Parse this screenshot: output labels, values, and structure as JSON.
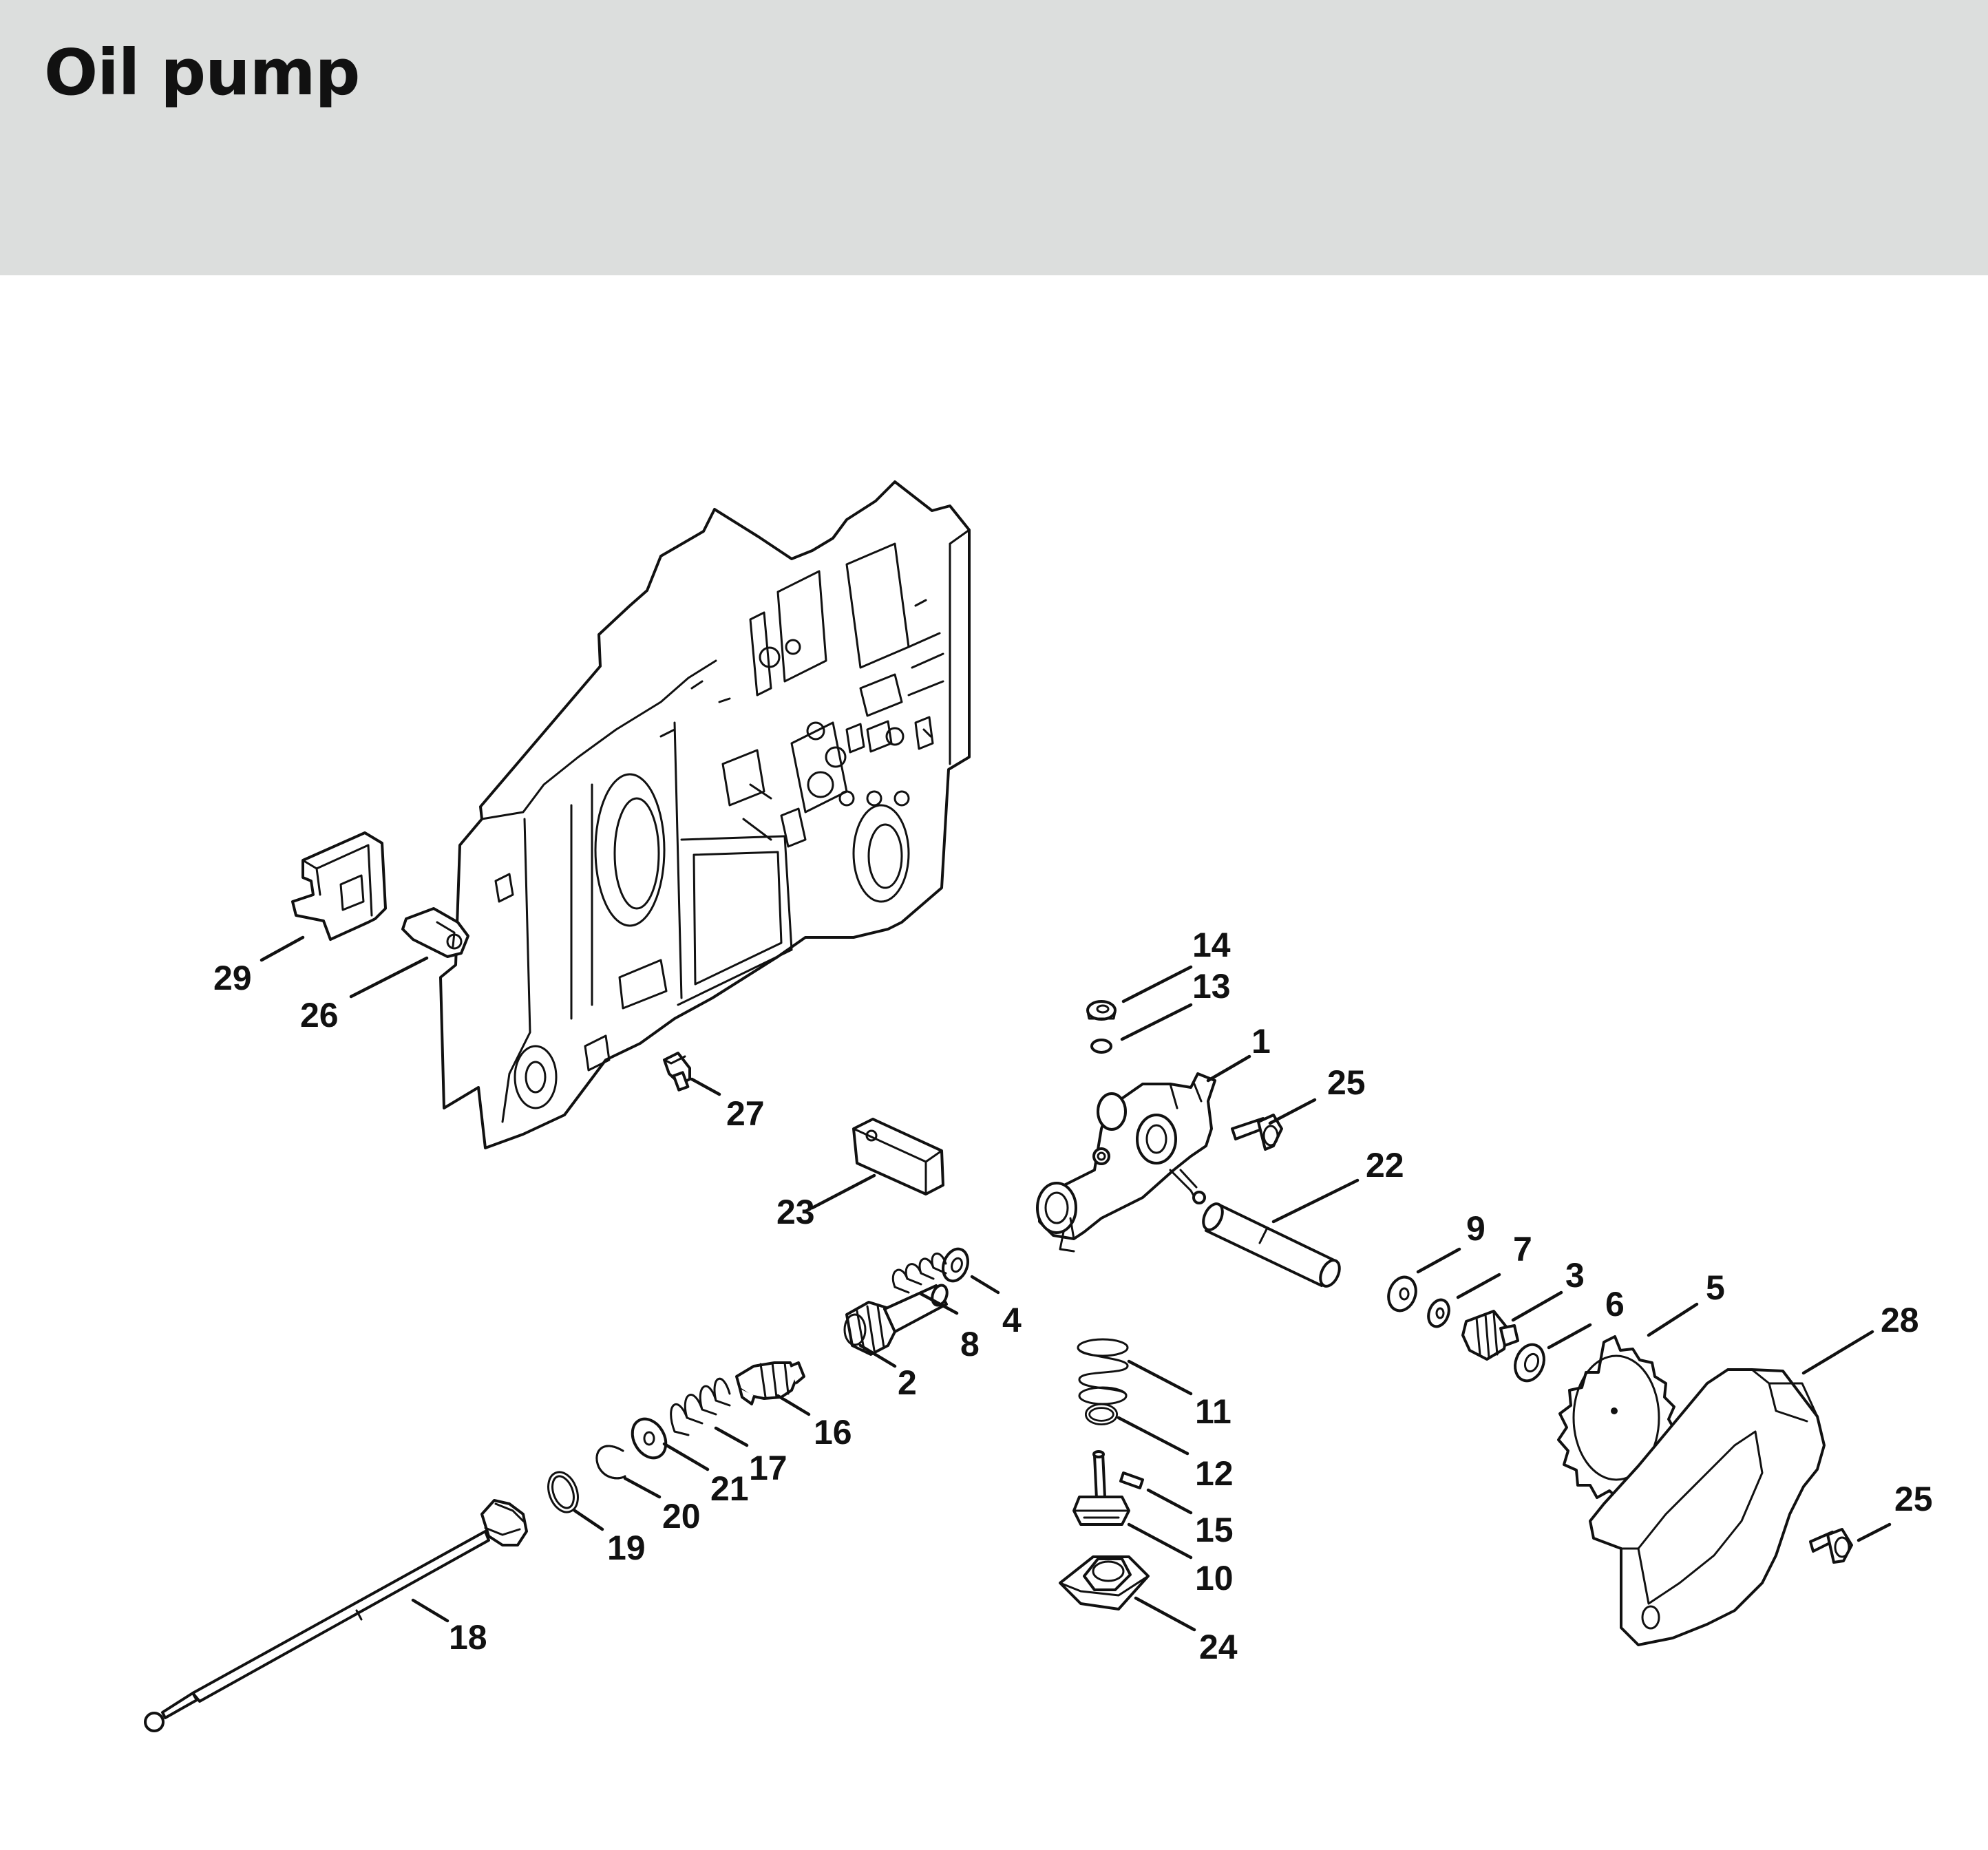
{
  "title": "Oil pump",
  "colors": {
    "header_bg": "#dcdedd",
    "ink": "#111111",
    "paper": "#ffffff"
  },
  "callouts": {
    "c1": "1",
    "c2": "2",
    "c3": "3",
    "c4": "4",
    "c5": "5",
    "c6": "6",
    "c7": "7",
    "c8": "8",
    "c9": "9",
    "c10": "10",
    "c11": "11",
    "c12": "12",
    "c13": "13",
    "c14": "14",
    "c15": "15",
    "c16": "16",
    "c17": "17",
    "c18": "18",
    "c19": "19",
    "c20": "20",
    "c21": "21",
    "c22": "22",
    "c23": "23",
    "c24": "24",
    "c25a": "25",
    "c25b": "25",
    "c26": "26",
    "c27": "27",
    "c28": "28",
    "c29": "29"
  }
}
